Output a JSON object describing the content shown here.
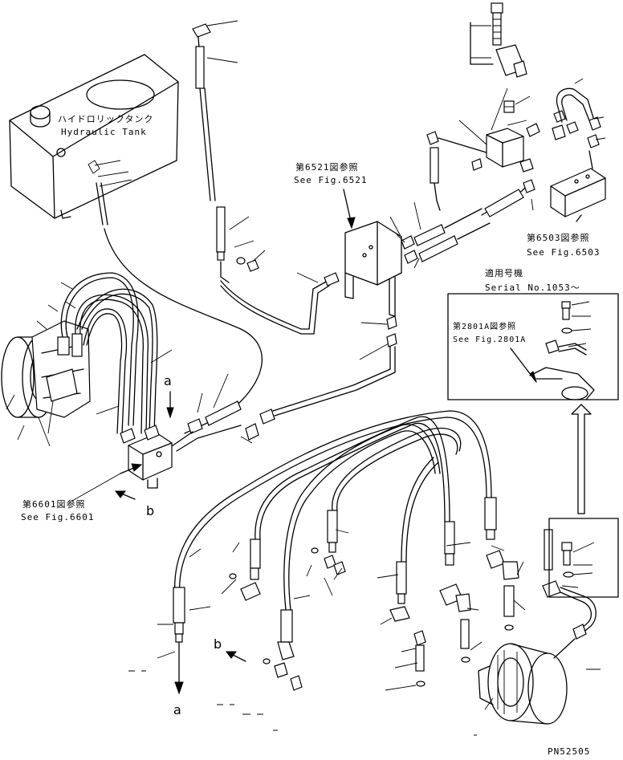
{
  "labels": {
    "tank_jp": "ハイドロリックタンク",
    "tank_en": "Hydraulic Tank",
    "ref6521_jp": "第6521図参照",
    "ref6521_en": "See Fig.6521",
    "ref6503_jp": "第6503図参照",
    "ref6503_en": "See Fig.6503",
    "serial_jp": "適用号機",
    "serial_en": "Serial No.1053～",
    "ref2801_jp": "第2801A図参照",
    "ref2801_en": "See Fig.2801A",
    "ref6601_jp": "第6601図参照",
    "ref6601_en": "See Fig.6601",
    "letter_a": "a",
    "letter_b": "b",
    "drawing_no": "PN52505"
  }
}
